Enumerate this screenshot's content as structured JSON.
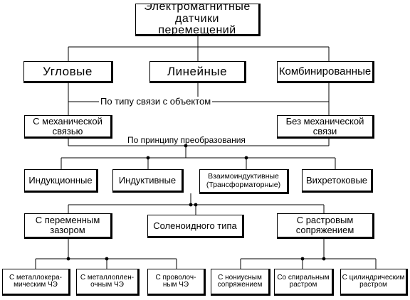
{
  "diagram": {
    "title": "Электромагнитные\nдатчики перемещений",
    "level1": {
      "angular": "Угловые",
      "linear": "Линейные",
      "combined": "Комбинированные"
    },
    "caption_coupling": "По типу связи с объектом",
    "level2": {
      "mechanical": "С механической\nсвязью",
      "no_mechanical": "Без механической\nсвязи"
    },
    "caption_principle": "По принципу преобразования",
    "level3": {
      "induction": "Индукционные",
      "inductive": "Индуктивные",
      "mutual_inductive": "Взаимоиндуктивные\n(Трансформаторные)",
      "eddy_current": "Вихретоковые"
    },
    "level4": {
      "variable_gap": "С переменным\nзазором",
      "solenoid": "Соленоидного типа",
      "raster": "С растровым\nсопряжением"
    },
    "level5": {
      "metal_ceramic": "С металлокера-\nмическим ЧЭ",
      "metal_film": "С металлоплен-\nочным ЧЭ",
      "wire": "С проволоч-\nным ЧЭ",
      "nonius": "С нониусным\nсопряжением",
      "spiral": "Со спиральным\nрастром",
      "cylindrical": "С цилиндрическим\nрастром"
    }
  }
}
